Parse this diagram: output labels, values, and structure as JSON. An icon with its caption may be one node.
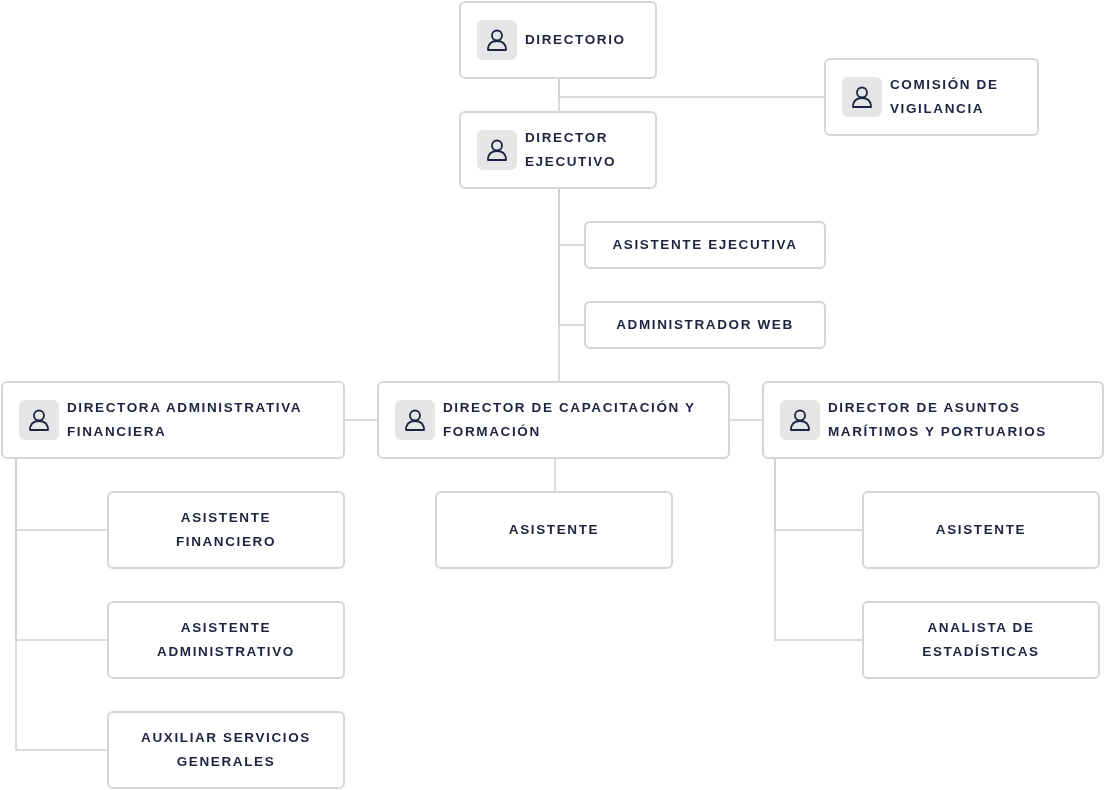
{
  "diagram": {
    "nodes": [
      {
        "text": [
          "DIRECTORIO"
        ]
      },
      {
        "text": [
          "COMISIÓN DE VIGILANCIA"
        ]
      },
      {
        "text": [
          "DIRECTOR EJECUTIVO"
        ]
      },
      {
        "text": [
          "ASISTENTE EJECUTIVA"
        ]
      },
      {
        "text": [
          "ADMINISTRADOR WEB"
        ]
      },
      {
        "text": [
          "DIRECTORA ADMINISTRATIVA FINANCIERA"
        ]
      },
      {
        "text": [
          "DIRECTOR DE CAPACITACIÓN Y FORMACIÓN"
        ]
      },
      {
        "text": [
          "DIRECTOR DE ASUNTOS MARÍTIMOS Y PORTUARIOS"
        ]
      },
      {
        "text": [
          "ASISTENTE FINANCIERO"
        ]
      },
      {
        "text": [
          "ASISTENTE"
        ]
      },
      {
        "text": [
          "ASISTENTE"
        ]
      },
      {
        "text": [
          "ASISTENTE ADMINISTRATIVO"
        ]
      },
      {
        "text": [
          "ANALISTA DE ESTADÍSTICAS"
        ]
      },
      {
        "text": [
          "AUXILIAR SERVICIOS GENERALES"
        ]
      }
    ],
    "edges": [
      {
        "from": 0,
        "to": 1,
        "arrow": "none"
      },
      {
        "from": 0,
        "to": 2,
        "arrow": "none"
      },
      {
        "from": 2,
        "to": 3,
        "arrow": "none"
      },
      {
        "from": 2,
        "to": 4,
        "arrow": "none"
      },
      {
        "from": 2,
        "to": 6,
        "arrow": "none"
      },
      {
        "from": 6,
        "to": 5,
        "arrow": "none"
      },
      {
        "from": 6,
        "to": 7,
        "arrow": "none"
      },
      {
        "from": 6,
        "to": 9,
        "arrow": "none"
      },
      {
        "from": 5,
        "to": 8,
        "arrow": "none"
      },
      {
        "from": 5,
        "to": 11,
        "arrow": "none"
      },
      {
        "from": 5,
        "to": 13,
        "arrow": "none"
      },
      {
        "from": 7,
        "to": 10,
        "arrow": "none"
      },
      {
        "from": 7,
        "to": 12,
        "arrow": "none"
      }
    ]
  }
}
